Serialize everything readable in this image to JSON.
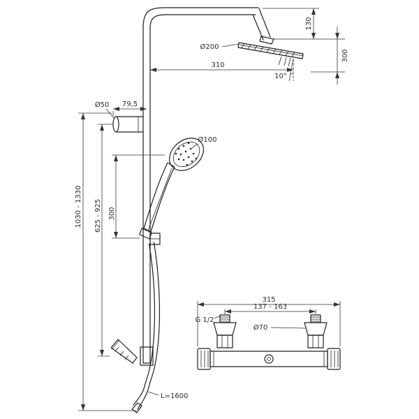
{
  "drawing": {
    "labels": {
      "head_diameter": "Ø200",
      "head_offset": "310",
      "head_drop": "130",
      "clearance": "300",
      "spray_angle": "10°",
      "bracket_diameter": "Ø50",
      "bracket_depth": "79,5",
      "handshower_diameter": "Ø100",
      "total_height": "1030 - 1330",
      "riser_height": "625 - 925",
      "holder_offset": "300",
      "mixer_width": "315",
      "supply_spacing": "137 - 163",
      "thread_size": "G 1/2",
      "escutcheon_diameter": "Ø70",
      "hose_length": "L=1600"
    }
  }
}
